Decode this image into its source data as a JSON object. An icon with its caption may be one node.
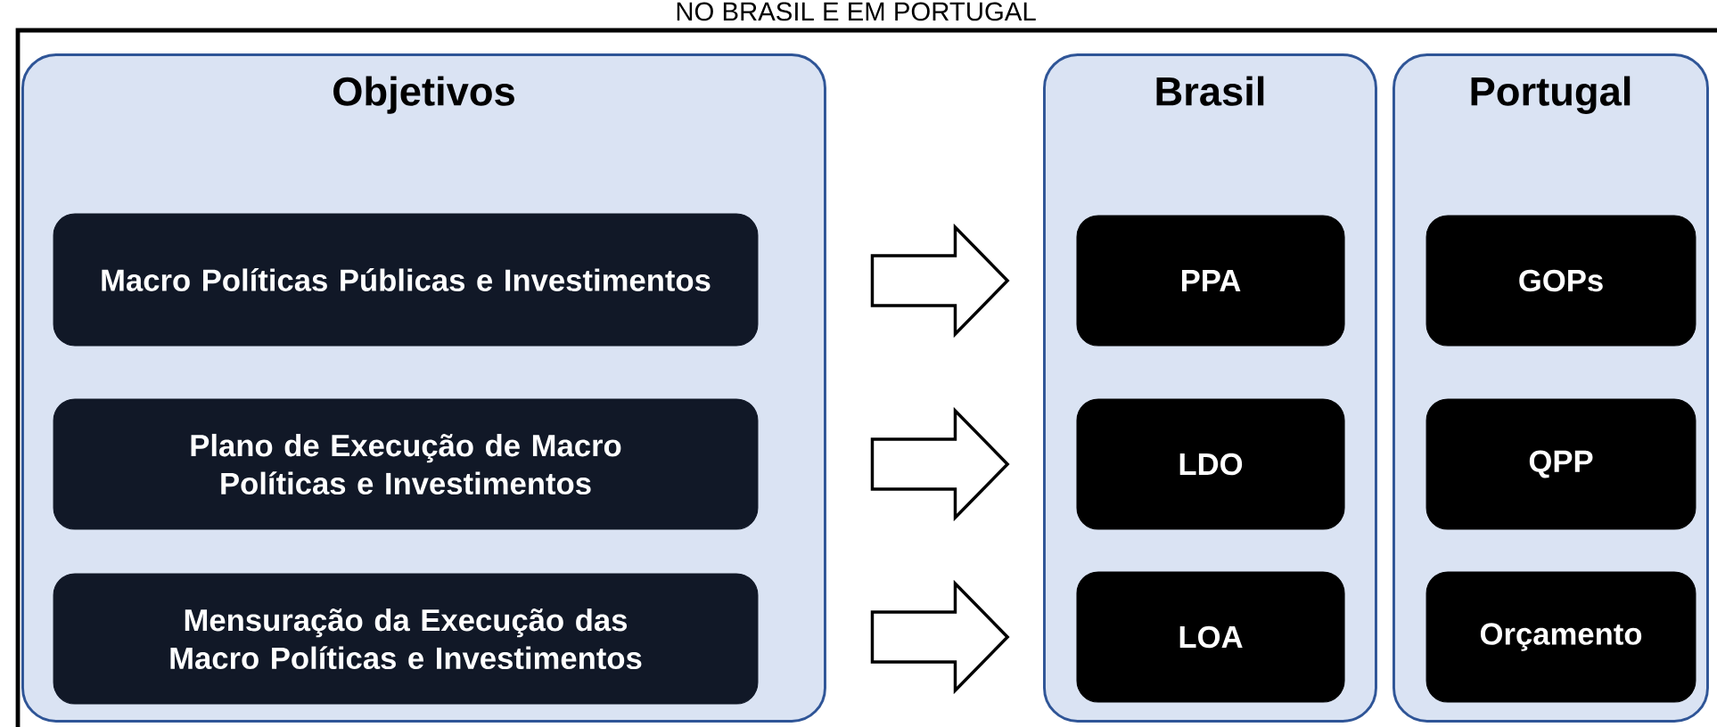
{
  "diagram": {
    "title": "NO BRASIL E EM PORTUGAL",
    "nodes": [
      {
        "text": [
          "Objetivos"
        ]
      },
      {
        "text": [
          "Macro Políticas Públicas e Investimentos"
        ],
        "in": 0
      },
      {
        "text": [
          "Plano de Execução de Macro Políticas e Investimentos"
        ],
        "in": 0
      },
      {
        "text": [
          "Mensuração da Execução das Macro Políticas e Investimentos"
        ],
        "in": 0
      },
      {
        "text": [
          "Brasil"
        ]
      },
      {
        "text": [
          "PPA"
        ],
        "in": 4
      },
      {
        "text": [
          "LDO"
        ],
        "in": 4
      },
      {
        "text": [
          "LOA"
        ],
        "in": 4
      },
      {
        "text": [
          "Portugal"
        ]
      },
      {
        "text": [
          "GOPs"
        ],
        "in": 8
      },
      {
        "text": [
          "QPP"
        ],
        "in": 8
      },
      {
        "text": [
          "Orçamento"
        ],
        "in": 8
      }
    ],
    "edges": [
      {
        "from": 1,
        "to": 5,
        "arrow": "to"
      },
      {
        "from": 2,
        "to": 6,
        "arrow": "to"
      },
      {
        "from": 3,
        "to": 7,
        "arrow": "to"
      }
    ]
  }
}
